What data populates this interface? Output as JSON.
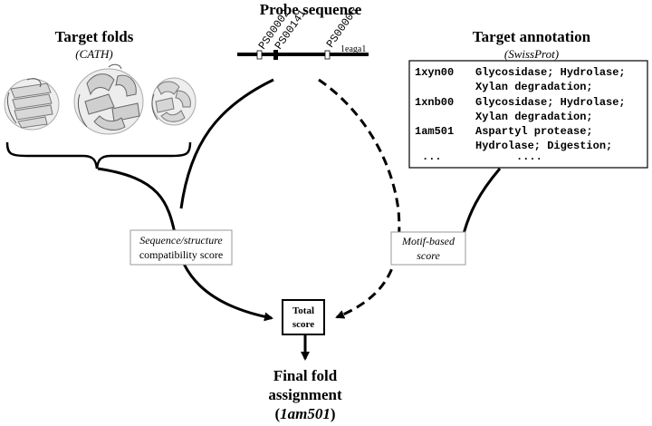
{
  "probe": {
    "title": "Probe sequence",
    "labels": [
      "PS00002",
      "PS00141",
      "PS00006",
      "1eaga1"
    ]
  },
  "target_folds": {
    "title": "Target folds",
    "subtitle": "(CATH)",
    "structure_icons": [
      "protein-structure-icon-1",
      "protein-structure-icon-2",
      "protein-structure-icon-3"
    ]
  },
  "target_annotation": {
    "title": "Target annotation",
    "subtitle": "(SwissProt)",
    "rows": [
      {
        "id": "1xyn00",
        "line1": "Glycosidase; Hydrolase;",
        "line2": "Xylan degradation;"
      },
      {
        "id": "1xnb00",
        "line1": "Glycosidase; Hydrolase;",
        "line2": "Xylan degradation;"
      },
      {
        "id": "1am501",
        "line1": "Aspartyl protease;",
        "line2": "Hydrolase; Digestion;"
      }
    ],
    "ellipsis_left": "...",
    "ellipsis_right": "...."
  },
  "scores": {
    "compat_line1": "Sequence/structure",
    "compat_line2": "compatibility score",
    "motif_line1": "Motif-based",
    "motif_line2": "score",
    "total_line1": "Total",
    "total_line2": "score"
  },
  "final": {
    "line1": "Final fold",
    "line2": "assignment",
    "line3_open": "(",
    "line3_id": "1am501",
    "line3_close": ")"
  }
}
